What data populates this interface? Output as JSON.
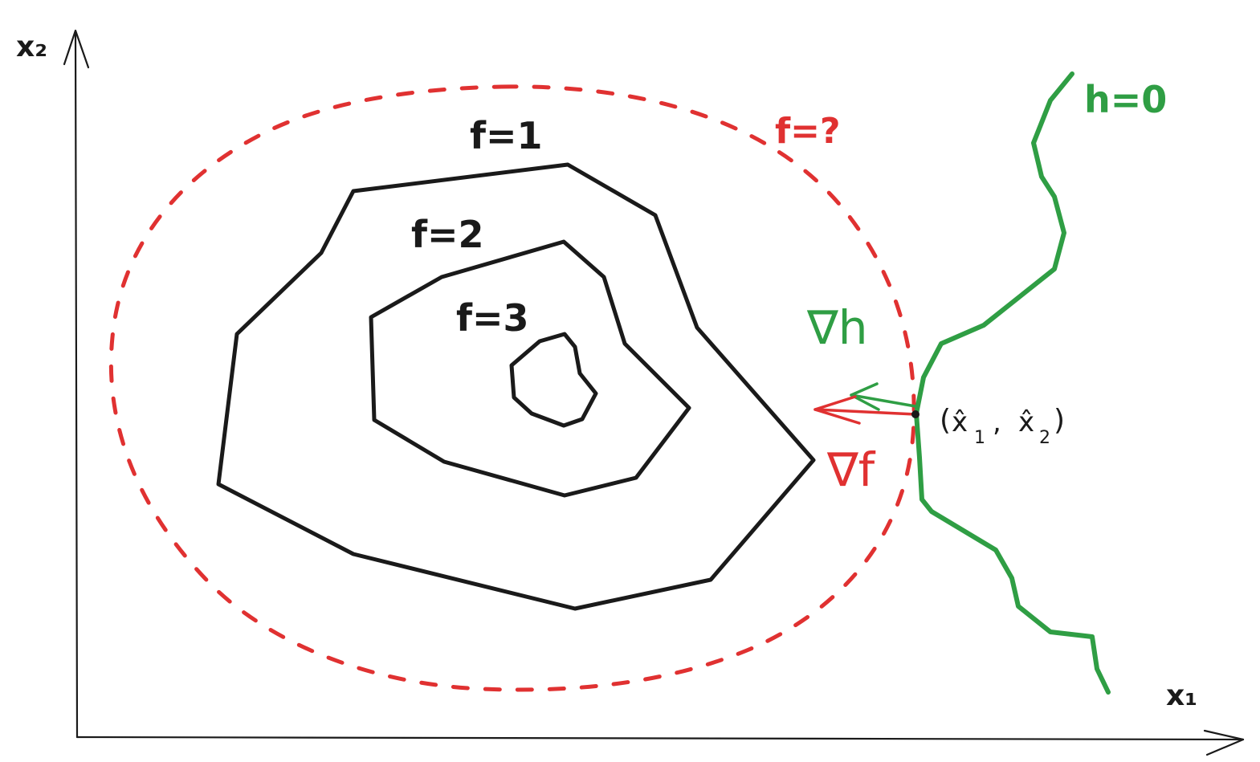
{
  "axes": {
    "x_label": "x₁",
    "y_label": "x₂"
  },
  "contours": {
    "f1_label": "f=1",
    "f2_label": "f=2",
    "f3_label": "f=3",
    "dashed_label": "f=?"
  },
  "constraint": {
    "label": "h=0"
  },
  "gradients": {
    "grad_h_label": "∇h",
    "grad_f_label": "∇f"
  },
  "point": {
    "label_open": "(",
    "x1": "x̂",
    "x1_sub": "1",
    "comma": ",",
    "x2": "x̂",
    "x2_sub": "2",
    "label_close": ")"
  },
  "colors": {
    "ink": "#1a1a1a",
    "red": "#e03131",
    "green": "#2f9e44"
  }
}
